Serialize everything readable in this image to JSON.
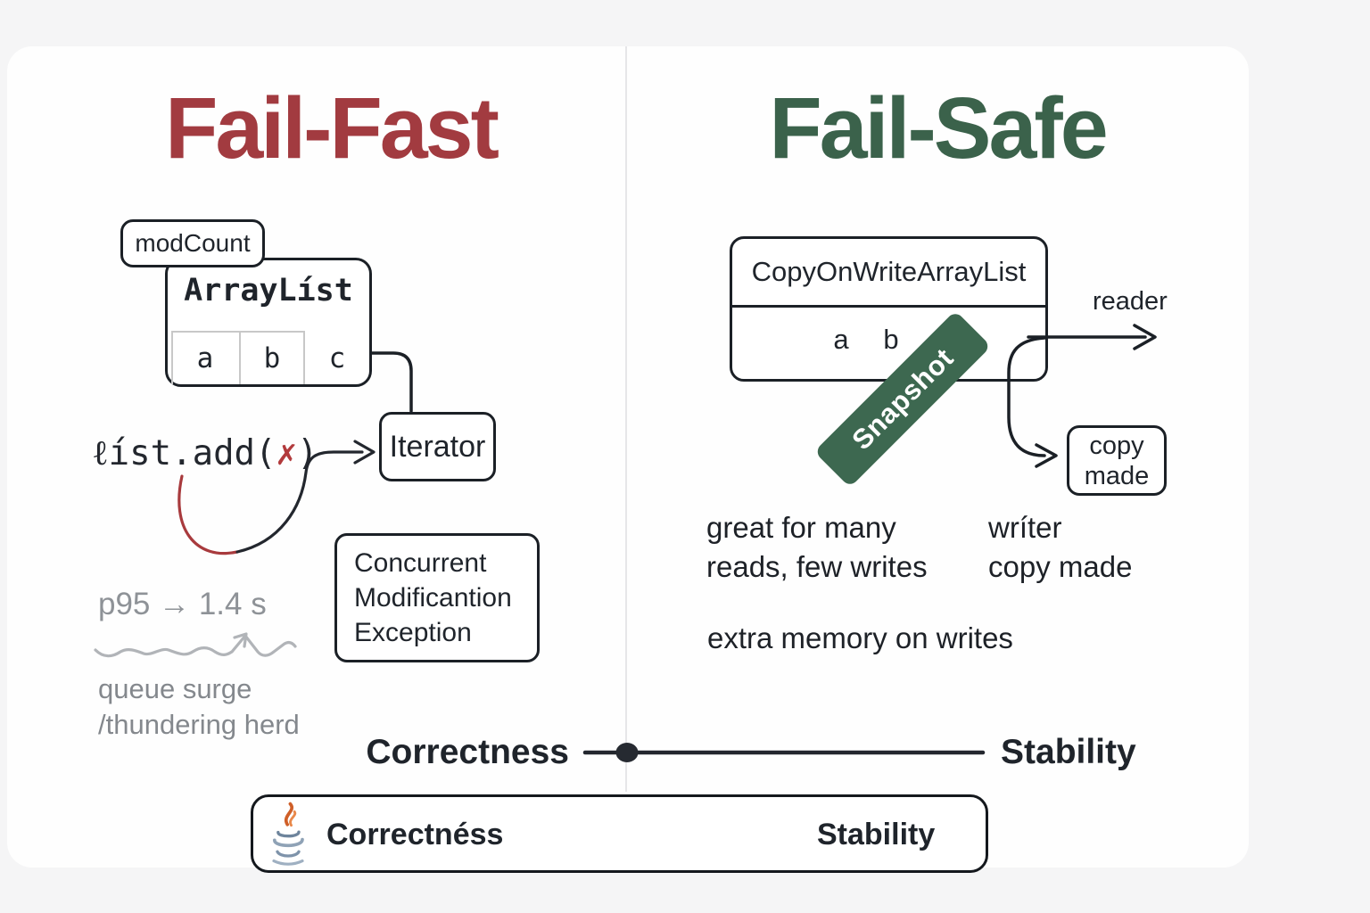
{
  "colors": {
    "fail_fast_red": "#a23b40",
    "fail_safe_green": "#3b624b",
    "snapshot_green": "#3d6850",
    "x_mark_red": "#b23a3c",
    "ink": "#1b2026",
    "muted_gray": "#8e9297"
  },
  "left_panel": {
    "title": "Fail-Fast",
    "modcount_label": "modCount",
    "arraylist": {
      "title": "ArrayLíst",
      "cells": [
        "a",
        "b",
        "c"
      ]
    },
    "code_call": {
      "prefix": "ℓíst.add(",
      "x_mark": "✗",
      "suffix": ")"
    },
    "iterator_label": "Iterator",
    "exception_lines": [
      "Concurrent",
      "Modificantion",
      "Exception"
    ],
    "p95_label": "p95 → 1.4 s",
    "annotation_lines": [
      "queue surge",
      "/thundering herd"
    ]
  },
  "right_panel": {
    "title": "Fail-Safe",
    "cow_box": {
      "title": "CopyOnWriteArrayList",
      "cells": [
        "a",
        "b"
      ]
    },
    "snapshot_label": "Snapshot",
    "reader_label": "reader",
    "copy_made_lines": [
      "copy",
      "made"
    ],
    "notes": {
      "reads_lines": [
        "great for many",
        "reads, few writes"
      ],
      "writer_lines": [
        "wríter",
        "copy made"
      ],
      "memory": "extra memory on writes"
    }
  },
  "slider": {
    "left_label": "Correctness",
    "right_label": "Stability"
  },
  "legend_bar": {
    "icon": "java-logo",
    "left_label": "Correctnéss",
    "right_label": "Stability"
  }
}
